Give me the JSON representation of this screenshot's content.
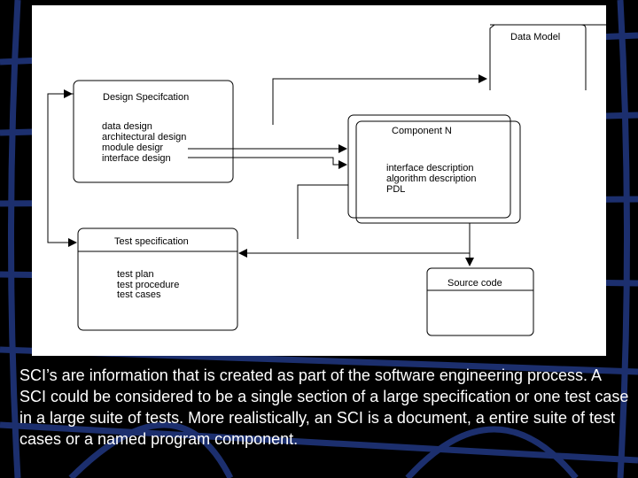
{
  "diagram": {
    "data_model": {
      "title": "Data Model"
    },
    "design_spec": {
      "title": "Design Specifcation",
      "items": [
        "data design",
        "architectural design",
        "module desigr",
        "interface design"
      ]
    },
    "component": {
      "title": "Component N",
      "items": [
        "interface description",
        "algorithm description",
        "PDL"
      ]
    },
    "test_spec": {
      "title": "Test specification",
      "items": [
        "test plan",
        "test procedure",
        "test cases"
      ]
    },
    "source_code": {
      "title": "Source code"
    }
  },
  "caption": "SCI’s are information that is created as part of the software engineering process. A SCI could be considered to be a single section of a large specification or one test case in a large suite of tests. More realistically, an SCI is a document, a entire suite of test cases or a named program component.",
  "colors": {
    "background": "#000000",
    "grid": "#1c2f6e",
    "figure": "#ffffff",
    "caption": "#ffffff"
  }
}
